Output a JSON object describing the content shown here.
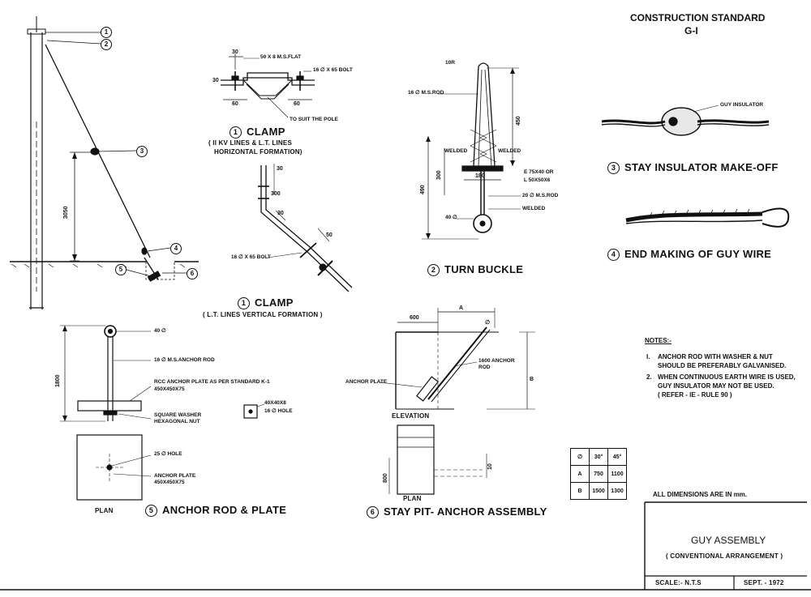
{
  "header": {
    "title": "CONSTRUCTION STANDARD",
    "code": "G-I"
  },
  "pole_balloons": [
    "1",
    "2",
    "3",
    "4",
    "5",
    "6"
  ],
  "pole_dim": "3050",
  "clamp_h": {
    "caption": "CLAMP",
    "number": "1",
    "subtitle_1": "( II KV LINES & L.T. LINES",
    "subtitle_2": "HORIZONTAL FORMATION)",
    "labels": {
      "flat": "50 X 8 M.S.FLAT",
      "bolt": "16 ∅ X 65 BOLT",
      "suit": "TO SUIT THE POLE",
      "d30a": "30",
      "d30b": "30",
      "d60a": "60",
      "d60b": "60"
    }
  },
  "clamp_v": {
    "caption": "CLAMP",
    "number": "1",
    "subtitle": "( L.T. LINES VERTICAL FORMATION )",
    "labels": {
      "bolt": "16 ∅ X 65 BOLT",
      "d30a": "30",
      "d30b": "30",
      "d300": "300",
      "d50": "50"
    }
  },
  "turn_buckle": {
    "caption": "TURN BUCKLE",
    "number": "2",
    "labels": {
      "r": "10R",
      "rod": "16 ∅ M.S.ROD",
      "welded_l": "WELDED",
      "welded_r": "WELDED",
      "angle_1": "E 75X40 OR",
      "angle_2": "L 50X50X6",
      "rod20": "20 ∅ M.S.ROD",
      "welded_b": "WELDED",
      "eye": "40 ∅",
      "d450": "450",
      "d300": "300",
      "d490": "490",
      "d180": "180"
    }
  },
  "stay_insulator": {
    "caption": "STAY INSULATOR MAKE-OFF",
    "number": "3",
    "label": "GUY INSULATOR"
  },
  "end_making": {
    "caption": "END MAKING OF GUY WIRE",
    "number": "4"
  },
  "anchor_rod": {
    "caption": "ANCHOR ROD & PLATE",
    "number": "5",
    "labels": {
      "eye": "40 ∅",
      "rod": "16 ∅ M.S.ANCHOR ROD",
      "plate_1": "RCC ANCHOR PLATE AS PER STANDARD K-1",
      "plate_2": "450X450X75",
      "washer": "SQUARE WASHER",
      "nut": "HEXAGONAL NUT",
      "washer_size": "40X40X8",
      "hole": "16 ∅ HOLE",
      "d1800": "1800",
      "plan_hole": "25 ∅ HOLE",
      "plan_plate_1": "ANCHOR PLATE",
      "plan_plate_2": "450X450X75",
      "plan": "PLAN"
    }
  },
  "stay_pit": {
    "caption": "STAY PIT- ANCHOR ASSEMBLY",
    "number": "6",
    "labels": {
      "d600": "600",
      "a": "A",
      "b": "B",
      "rod_1": "1600 ANCHOR",
      "rod_2": "ROD",
      "plate": "ANCHOR PLATE",
      "elevation": "ELEVATION",
      "plan": "PLAN",
      "d800": "800",
      "d10": "10",
      "ang": "∅"
    }
  },
  "angle_table": {
    "header": [
      "∅",
      "30°",
      "45°"
    ],
    "rows": [
      [
        "A",
        "750",
        "1100"
      ],
      [
        "B",
        "1500",
        "1300"
      ]
    ]
  },
  "notes": {
    "title": "NOTES:-",
    "items": [
      [
        "I.",
        "ANCHOR ROD WITH WASHER & NUT",
        "SHOULD BE PREFERABLY GALVANISED."
      ],
      [
        "2.",
        "WHEN CONTINUOUS EARTH WIRE IS USED,",
        "GUY INSULATOR MAY NOT BE USED.",
        "( REFER - IE - RULE 90 )"
      ]
    ]
  },
  "dimensions_note": "ALL DIMENSIONS ARE IN mm.",
  "title_block": {
    "title": "GUY ASSEMBLY",
    "subtitle": "( CONVENTIONAL ARRANGEMENT )",
    "scale": "SCALE:- N.T.S",
    "date": "SEPT. - 1972"
  }
}
